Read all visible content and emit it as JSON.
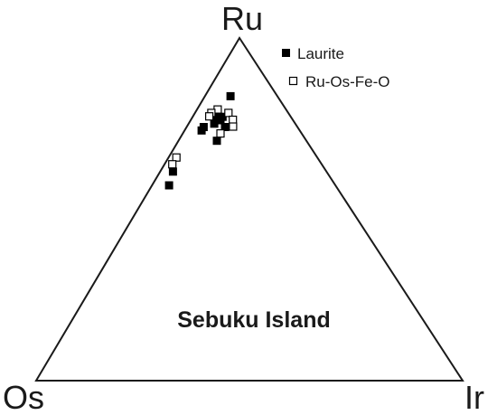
{
  "chart_data": {
    "type": "scatter",
    "subtype": "ternary",
    "title": "Sebuku Island",
    "vertices": {
      "top": "Ru",
      "left": "Os",
      "right": "Ir"
    },
    "grid": false,
    "legend_position": "top-right",
    "series": [
      {
        "name": "Laurite",
        "marker": "filled-square",
        "color": "#000000",
        "points": [
          {
            "Ru": 0.83,
            "Os": 0.11,
            "Ir": 0.06
          },
          {
            "Ru": 0.78,
            "Os": 0.17,
            "Ir": 0.05
          },
          {
            "Ru": 0.77,
            "Os": 0.17,
            "Ir": 0.06
          },
          {
            "Ru": 0.77,
            "Os": 0.16,
            "Ir": 0.07
          },
          {
            "Ru": 0.76,
            "Os": 0.18,
            "Ir": 0.06
          },
          {
            "Ru": 0.76,
            "Os": 0.17,
            "Ir": 0.07
          },
          {
            "Ru": 0.75,
            "Os": 0.19,
            "Ir": 0.06
          },
          {
            "Ru": 0.74,
            "Os": 0.22,
            "Ir": 0.04
          },
          {
            "Ru": 0.73,
            "Os": 0.23,
            "Ir": 0.04
          },
          {
            "Ru": 0.74,
            "Os": 0.17,
            "Ir": 0.09
          },
          {
            "Ru": 0.7,
            "Os": 0.21,
            "Ir": 0.09
          },
          {
            "Ru": 0.61,
            "Os": 0.36,
            "Ir": 0.03
          },
          {
            "Ru": 0.57,
            "Os": 0.39,
            "Ir": 0.04
          }
        ]
      },
      {
        "name": "Ru-Os-Fe-O",
        "marker": "open-square",
        "color": "#000000",
        "points": [
          {
            "Ru": 0.79,
            "Os": 0.16,
            "Ir": 0.05
          },
          {
            "Ru": 0.78,
            "Os": 0.18,
            "Ir": 0.04
          },
          {
            "Ru": 0.78,
            "Os": 0.14,
            "Ir": 0.08
          },
          {
            "Ru": 0.77,
            "Os": 0.19,
            "Ir": 0.04
          },
          {
            "Ru": 0.76,
            "Os": 0.14,
            "Ir": 0.1
          },
          {
            "Ru": 0.74,
            "Os": 0.15,
            "Ir": 0.11
          },
          {
            "Ru": 0.72,
            "Os": 0.19,
            "Ir": 0.09
          },
          {
            "Ru": 0.65,
            "Os": 0.33,
            "Ir": 0.02
          },
          {
            "Ru": 0.63,
            "Os": 0.35,
            "Ir": 0.02
          }
        ]
      }
    ]
  }
}
